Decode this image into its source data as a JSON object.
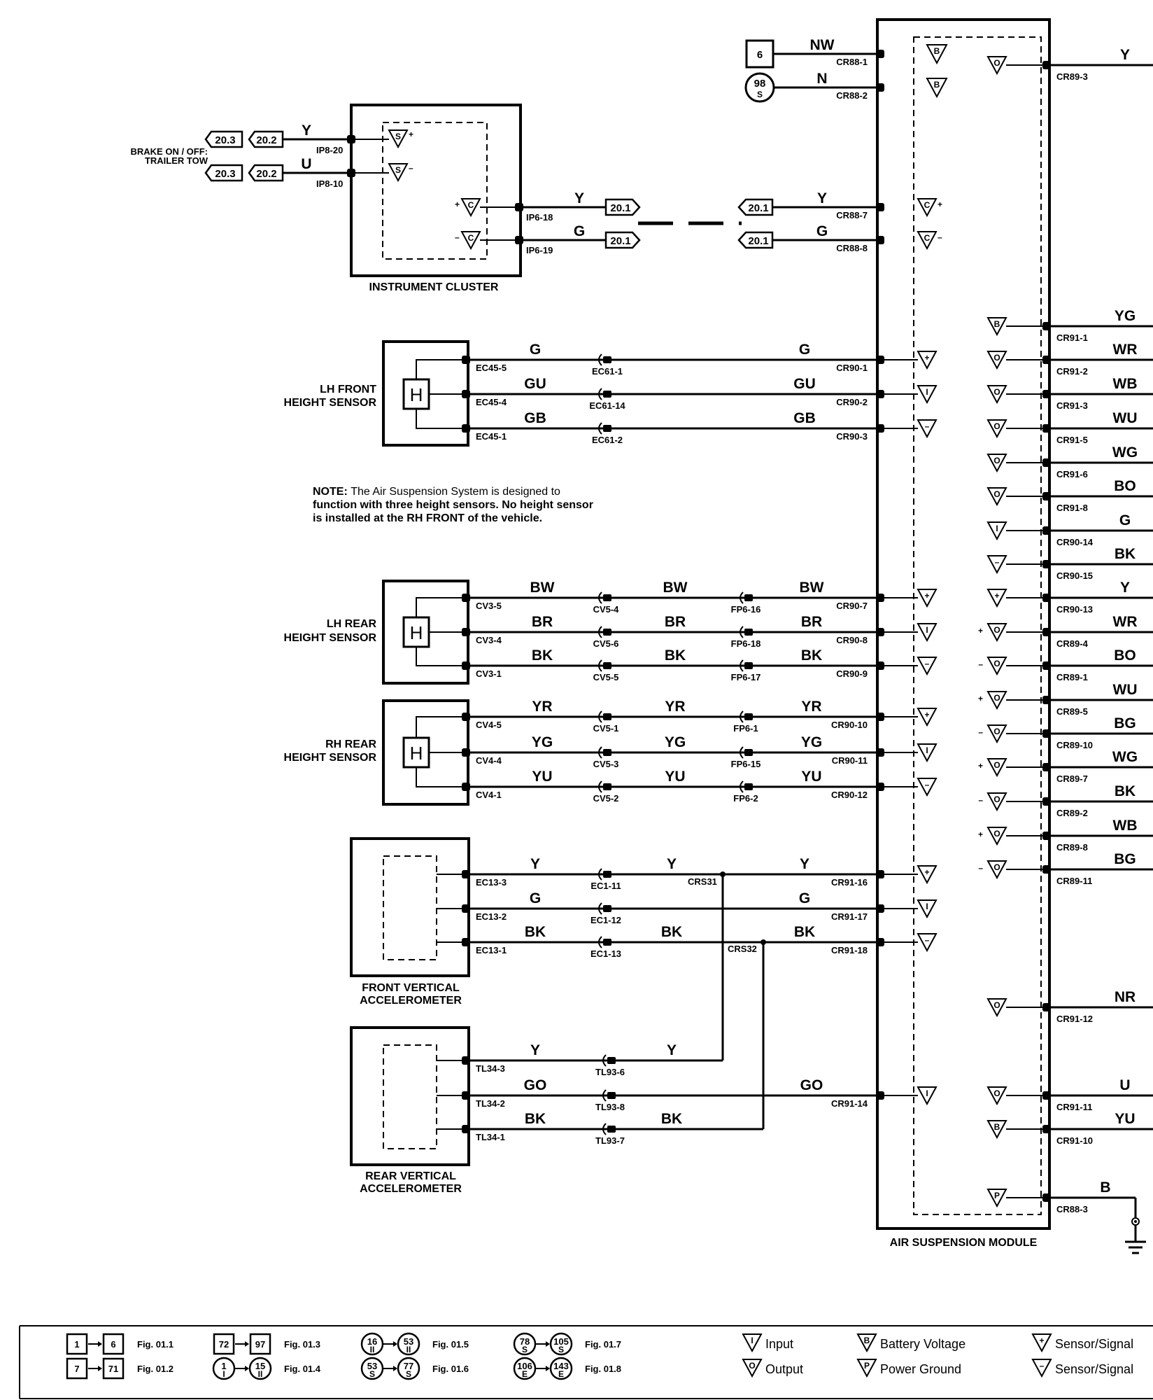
{
  "colors": {
    "line": "#000000",
    "background": "#ffffff"
  },
  "components": {
    "instrument_cluster": "INSTRUMENT CLUSTER",
    "lh_front_line1": "LH FRONT",
    "lh_front_line2": "HEIGHT SENSOR",
    "lh_rear_line1": "LH REAR",
    "lh_rear_line2": "HEIGHT SENSOR",
    "rh_rear_line1": "RH REAR",
    "rh_rear_line2": "HEIGHT SENSOR",
    "front_acc_line1": "FRONT VERTICAL",
    "front_acc_line2": "ACCELEROMETER",
    "rear_acc_line1": "REAR VERTICAL",
    "rear_acc_line2": "ACCELEROMETER",
    "module": "AIR SUSPENSION MODULE",
    "sensor_symbol": "H"
  },
  "brake_label_line1": "BRAKE ON / OFF:",
  "brake_label_line2": "TRAILER TOW",
  "note": {
    "bold": "NOTE:",
    "line1": "The Air Suspension System is designed to",
    "line2": "function with three height sensors. No height sensor",
    "line3": "is installed at the RH FRONT of the vehicle."
  },
  "top_inputs": [
    {
      "box": "6",
      "wire": "NW",
      "pin": "CR88-1",
      "sym": "B"
    },
    {
      "circle": "98",
      "circle_sub": "S",
      "wire": "N",
      "pin": "CR88-2",
      "sym": "B"
    }
  ],
  "cluster_inputs": [
    {
      "flag1": "20.3",
      "flag2": "20.2",
      "wire": "Y",
      "pin": "IP8-20",
      "sym": "S",
      "sign": "+"
    },
    {
      "flag1": "20.3",
      "flag2": "20.2",
      "wire": "U",
      "pin": "IP8-10",
      "sym": "S",
      "sign": "–"
    }
  ],
  "can_lines": [
    {
      "sign": "+",
      "sym": "C",
      "pin_left": "IP6-18",
      "wire": "Y",
      "flag_left": "20.1",
      "flag_right": "20.1",
      "pin_right": "CR88-7"
    },
    {
      "sign": "–",
      "sym": "C",
      "pin_left": "IP6-19",
      "wire": "G",
      "flag_left": "20.1",
      "flag_right": "20.1",
      "pin_right": "CR88-8"
    }
  ],
  "lh_front_wires": [
    {
      "pin_s": "EC45-5",
      "w1": "G",
      "mid": "EC61-1",
      "w2": "G",
      "pin_m": "CR90-1"
    },
    {
      "pin_s": "EC45-4",
      "w1": "GU",
      "mid": "EC61-14",
      "w2": "GU",
      "pin_m": "CR90-2"
    },
    {
      "pin_s": "EC45-1",
      "w1": "GB",
      "mid": "EC61-2",
      "w2": "GB",
      "pin_m": "CR90-3"
    }
  ],
  "lh_rear_wires": [
    {
      "pin_s": "CV3-5",
      "w1": "BW",
      "m1": "CV5-4",
      "w2": "BW",
      "m2": "FP6-16",
      "w3": "BW",
      "pin_m": "CR90-7"
    },
    {
      "pin_s": "CV3-4",
      "w1": "BR",
      "m1": "CV5-6",
      "w2": "BR",
      "m2": "FP6-18",
      "w3": "BR",
      "pin_m": "CR90-8"
    },
    {
      "pin_s": "CV3-1",
      "w1": "BK",
      "m1": "CV5-5",
      "w2": "BK",
      "m2": "FP6-17",
      "w3": "BK",
      "pin_m": "CR90-9"
    }
  ],
  "rh_rear_wires": [
    {
      "pin_s": "CV4-5",
      "w1": "YR",
      "m1": "CV5-1",
      "w2": "YR",
      "m2": "FP6-1",
      "w3": "YR",
      "pin_m": "CR90-10"
    },
    {
      "pin_s": "CV4-4",
      "w1": "YG",
      "m1": "CV5-3",
      "w2": "YG",
      "m2": "FP6-15",
      "w3": "YG",
      "pin_m": "CR90-11"
    },
    {
      "pin_s": "CV4-1",
      "w1": "YU",
      "m1": "CV5-2",
      "w2": "YU",
      "m2": "FP6-2",
      "w3": "YU",
      "pin_m": "CR90-12"
    }
  ],
  "front_acc_wires": [
    {
      "pin_s": "EC13-3",
      "w1": "Y",
      "mid": "EC1-11",
      "w2": "Y",
      "w3": "Y",
      "pin_m": "CR91-16"
    },
    {
      "pin_s": "EC13-2",
      "w1": "G",
      "mid": "EC1-12",
      "w2": "",
      "w3": "G",
      "pin_m": "CR91-17"
    },
    {
      "pin_s": "EC13-1",
      "w1": "BK",
      "mid": "EC1-13",
      "w2": "BK",
      "w3": "BK",
      "pin_m": "CR91-18"
    }
  ],
  "splices": {
    "s1": "CRS31",
    "s2": "CRS32"
  },
  "rear_acc_wires": [
    {
      "pin_s": "TL34-3",
      "w1": "Y",
      "mid": "TL93-6",
      "w2": "Y"
    },
    {
      "pin_s": "TL34-2",
      "w1": "GO",
      "mid": "TL93-8",
      "w2": "GO",
      "pin_m": "CR91-14"
    },
    {
      "pin_s": "TL34-1",
      "w1": "BK",
      "mid": "TL93-7",
      "w2": "BK"
    }
  ],
  "sensor_syms": [
    "+",
    "I",
    "–",
    "+",
    "I",
    "–",
    "+",
    "I",
    "–",
    "+",
    "I",
    "–"
  ],
  "right_outputs": [
    {
      "sym": "O",
      "sign": "",
      "pin": "CR89-3",
      "wire": "Y"
    },
    {
      "sym": "B",
      "sign": "",
      "pin": "CR91-1",
      "wire": "YG"
    },
    {
      "sym": "O",
      "sign": "",
      "pin": "CR91-2",
      "wire": "WR"
    },
    {
      "sym": "O",
      "sign": "",
      "pin": "CR91-3",
      "wire": "WB"
    },
    {
      "sym": "O",
      "sign": "",
      "pin": "CR91-5",
      "wire": "WU"
    },
    {
      "sym": "O",
      "sign": "",
      "pin": "CR91-6",
      "wire": "WG"
    },
    {
      "sym": "O",
      "sign": "",
      "pin": "CR91-8",
      "wire": "BO"
    },
    {
      "sym": "I",
      "sign": "",
      "pin": "CR90-14",
      "wire": "G"
    },
    {
      "sym": "–",
      "sign": "",
      "pin": "CR90-15",
      "wire": "BK"
    },
    {
      "sym": "+",
      "sign": "",
      "pin": "CR90-13",
      "wire": "Y"
    },
    {
      "sym": "O",
      "sign": "+",
      "pin": "CR89-4",
      "wire": "WR"
    },
    {
      "sym": "O",
      "sign": "–",
      "pin": "CR89-1",
      "wire": "BO"
    },
    {
      "sym": "O",
      "sign": "+",
      "pin": "CR89-5",
      "wire": "WU"
    },
    {
      "sym": "O",
      "sign": "–",
      "pin": "CR89-10",
      "wire": "BG"
    },
    {
      "sym": "O",
      "sign": "+",
      "pin": "CR89-7",
      "wire": "WG"
    },
    {
      "sym": "O",
      "sign": "–",
      "pin": "CR89-2",
      "wire": "BK"
    },
    {
      "sym": "O",
      "sign": "+",
      "pin": "CR89-8",
      "wire": "WB"
    },
    {
      "sym": "O",
      "sign": "–",
      "pin": "CR89-11",
      "wire": "BG"
    },
    {
      "sym": "O",
      "sign": "",
      "pin": "CR91-12",
      "wire": "NR"
    },
    {
      "sym": "O",
      "sign": "",
      "pin": "CR91-11",
      "wire": "U"
    },
    {
      "sym": "B",
      "sign": "",
      "pin": "CR91-10",
      "wire": "YU"
    },
    {
      "sym": "P",
      "sign": "",
      "pin": "CR88-3",
      "wire": "B"
    }
  ],
  "legend": {
    "r1": {
      "a": "1",
      "b": "6",
      "fig": "Fig. 01.1"
    },
    "r2": {
      "a": "7",
      "b": "71",
      "fig": "Fig. 01.2"
    },
    "r3": {
      "a": "72",
      "b": "97",
      "fig": "Fig. 01.3"
    },
    "r4": {
      "a": "1",
      "a_sub": "I",
      "b": "15",
      "b_sub": "II",
      "fig": "Fig. 01.4"
    },
    "r5": {
      "a": "16",
      "a_sub": "II",
      "b": "53",
      "b_sub": "II",
      "fig": "Fig. 01.5"
    },
    "r6": {
      "a": "53",
      "a_sub": "S",
      "b": "77",
      "b_sub": "S",
      "fig": "Fig. 01.6"
    },
    "r7": {
      "a": "78",
      "a_sub": "S",
      "b": "105",
      "b_sub": "S",
      "fig": "Fig. 01.7"
    },
    "r8": {
      "a": "106",
      "a_sub": "E",
      "b": "143",
      "b_sub": "E",
      "fig": "Fig. 01.8"
    },
    "input": "Input",
    "output": "Output",
    "battery": "Battery Voltage",
    "ground": "Power Ground",
    "sensor_pos": "Sensor/Signal",
    "sensor_neg": "Sensor/Signal"
  }
}
